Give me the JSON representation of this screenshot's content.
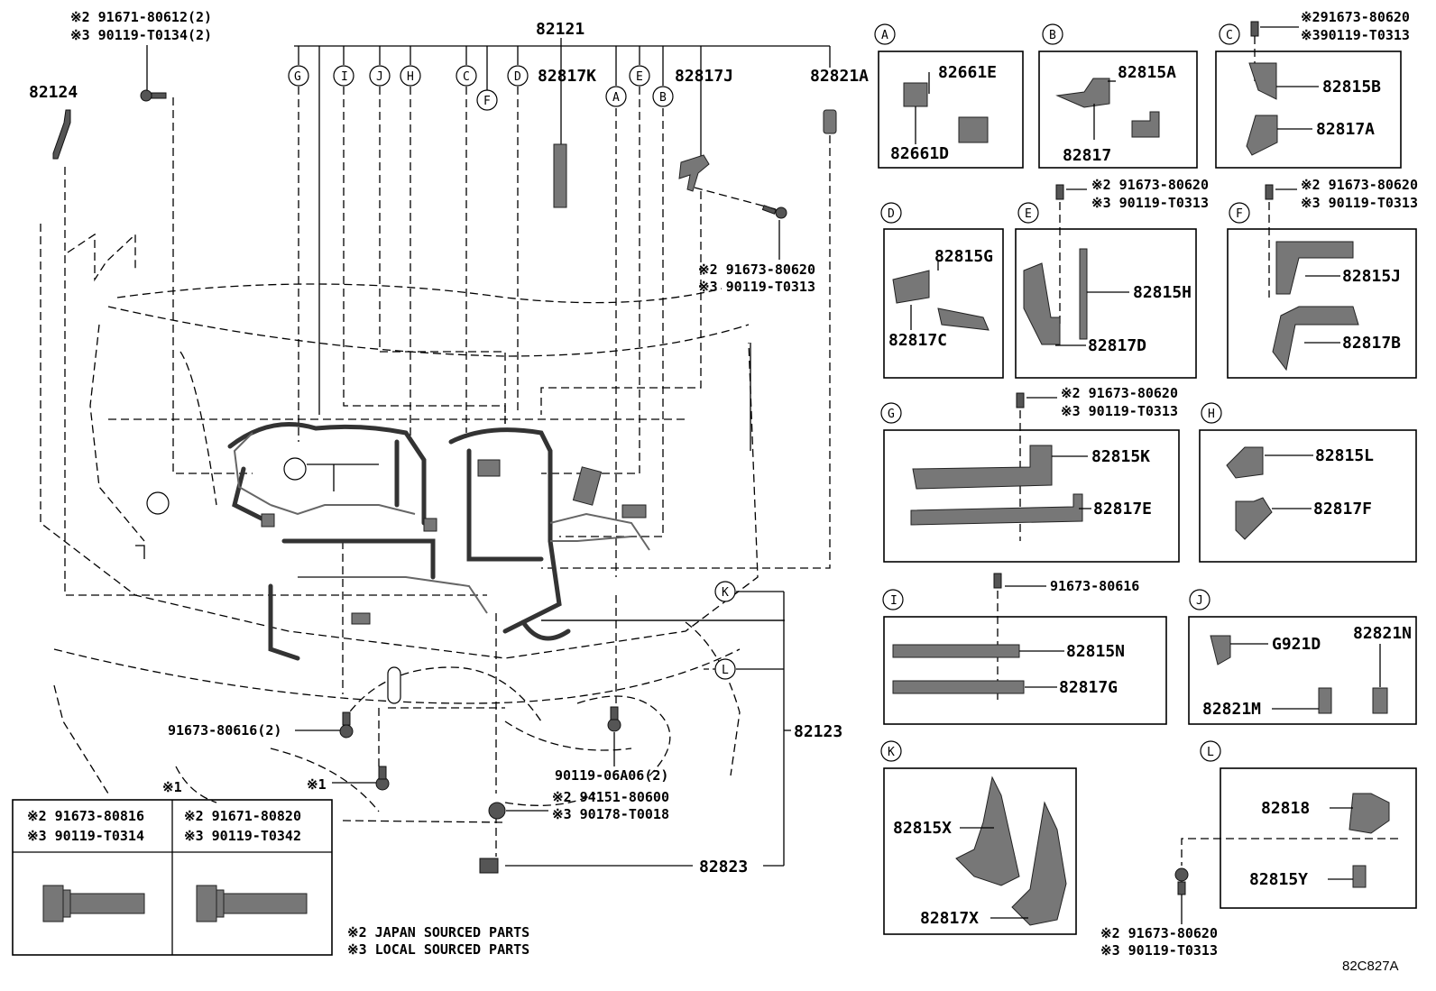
{
  "main": {
    "harness": "82121",
    "harness_group": "82123",
    "left_top": "82124",
    "connector_k": "82817K",
    "connector_j": "82817J",
    "connector_a": "82821A",
    "ground": "82823",
    "diagram_code": "82C827A"
  },
  "callouts": {
    "c1": {
      "l1": "※2 91671-80612(2)",
      "l2": "※3 90119-T0134(2)"
    },
    "c2": {
      "l1": "※2 91673-80620",
      "l2": "※3 90119-T0313"
    },
    "c3": {
      "l1": "91673-80616(2)"
    },
    "c4": {
      "l1": "※1"
    },
    "c5": {
      "l1": "90119-06A06(2)"
    },
    "c6": {
      "l1": "※2 94151-80600",
      "l2": "※3 90178-T0018"
    }
  },
  "letters": {
    "A": "A",
    "B": "B",
    "C": "C",
    "D": "D",
    "E": "E",
    "F": "F",
    "G": "G",
    "H": "H",
    "I": "I",
    "J": "J",
    "K": "K",
    "L": "L"
  },
  "boxes": {
    "A": {
      "p1": "82661E",
      "p2": "82661D"
    },
    "B": {
      "p1": "82815A",
      "p2": "82817"
    },
    "C": {
      "p1": "82815B",
      "p2": "82817A",
      "f1": "※291673-80620",
      "f2": "※390119-T0313"
    },
    "D": {
      "p1": "82815G",
      "p2": "82817C"
    },
    "E": {
      "p1": "82815H",
      "p2": "82817D",
      "f1": "※2 91673-80620",
      "f2": "※3 90119-T0313"
    },
    "F": {
      "p1": "82815J",
      "p2": "82817B",
      "f1": "※2 91673-80620",
      "f2": "※3 90119-T0313"
    },
    "G": {
      "p1": "82815K",
      "p2": "82817E",
      "f1": "※2 91673-80620",
      "f2": "※3 90119-T0313"
    },
    "H": {
      "p1": "82815L",
      "p2": "82817F"
    },
    "I": {
      "p1": "82815N",
      "p2": "82817G",
      "f1": "91673-80616"
    },
    "J": {
      "p1": "G921D",
      "p2": "82821N",
      "p3": "82821M"
    },
    "K": {
      "p1": "82815X",
      "p2": "82817X"
    },
    "L": {
      "p1": "82818",
      "p2": "82815Y",
      "f1": "※2 91673-80620",
      "f2": "※3 90119-T0313"
    }
  },
  "legend": {
    "title": "※1",
    "left1": "※2 91673-80816",
    "left2": "※3 90119-T0314",
    "right1": "※2 91671-80820",
    "right2": "※3 90119-T0342"
  },
  "notes": {
    "n1": "※2 JAPAN SOURCED PARTS",
    "n2": "※3 LOCAL SOURCED PARTS"
  }
}
